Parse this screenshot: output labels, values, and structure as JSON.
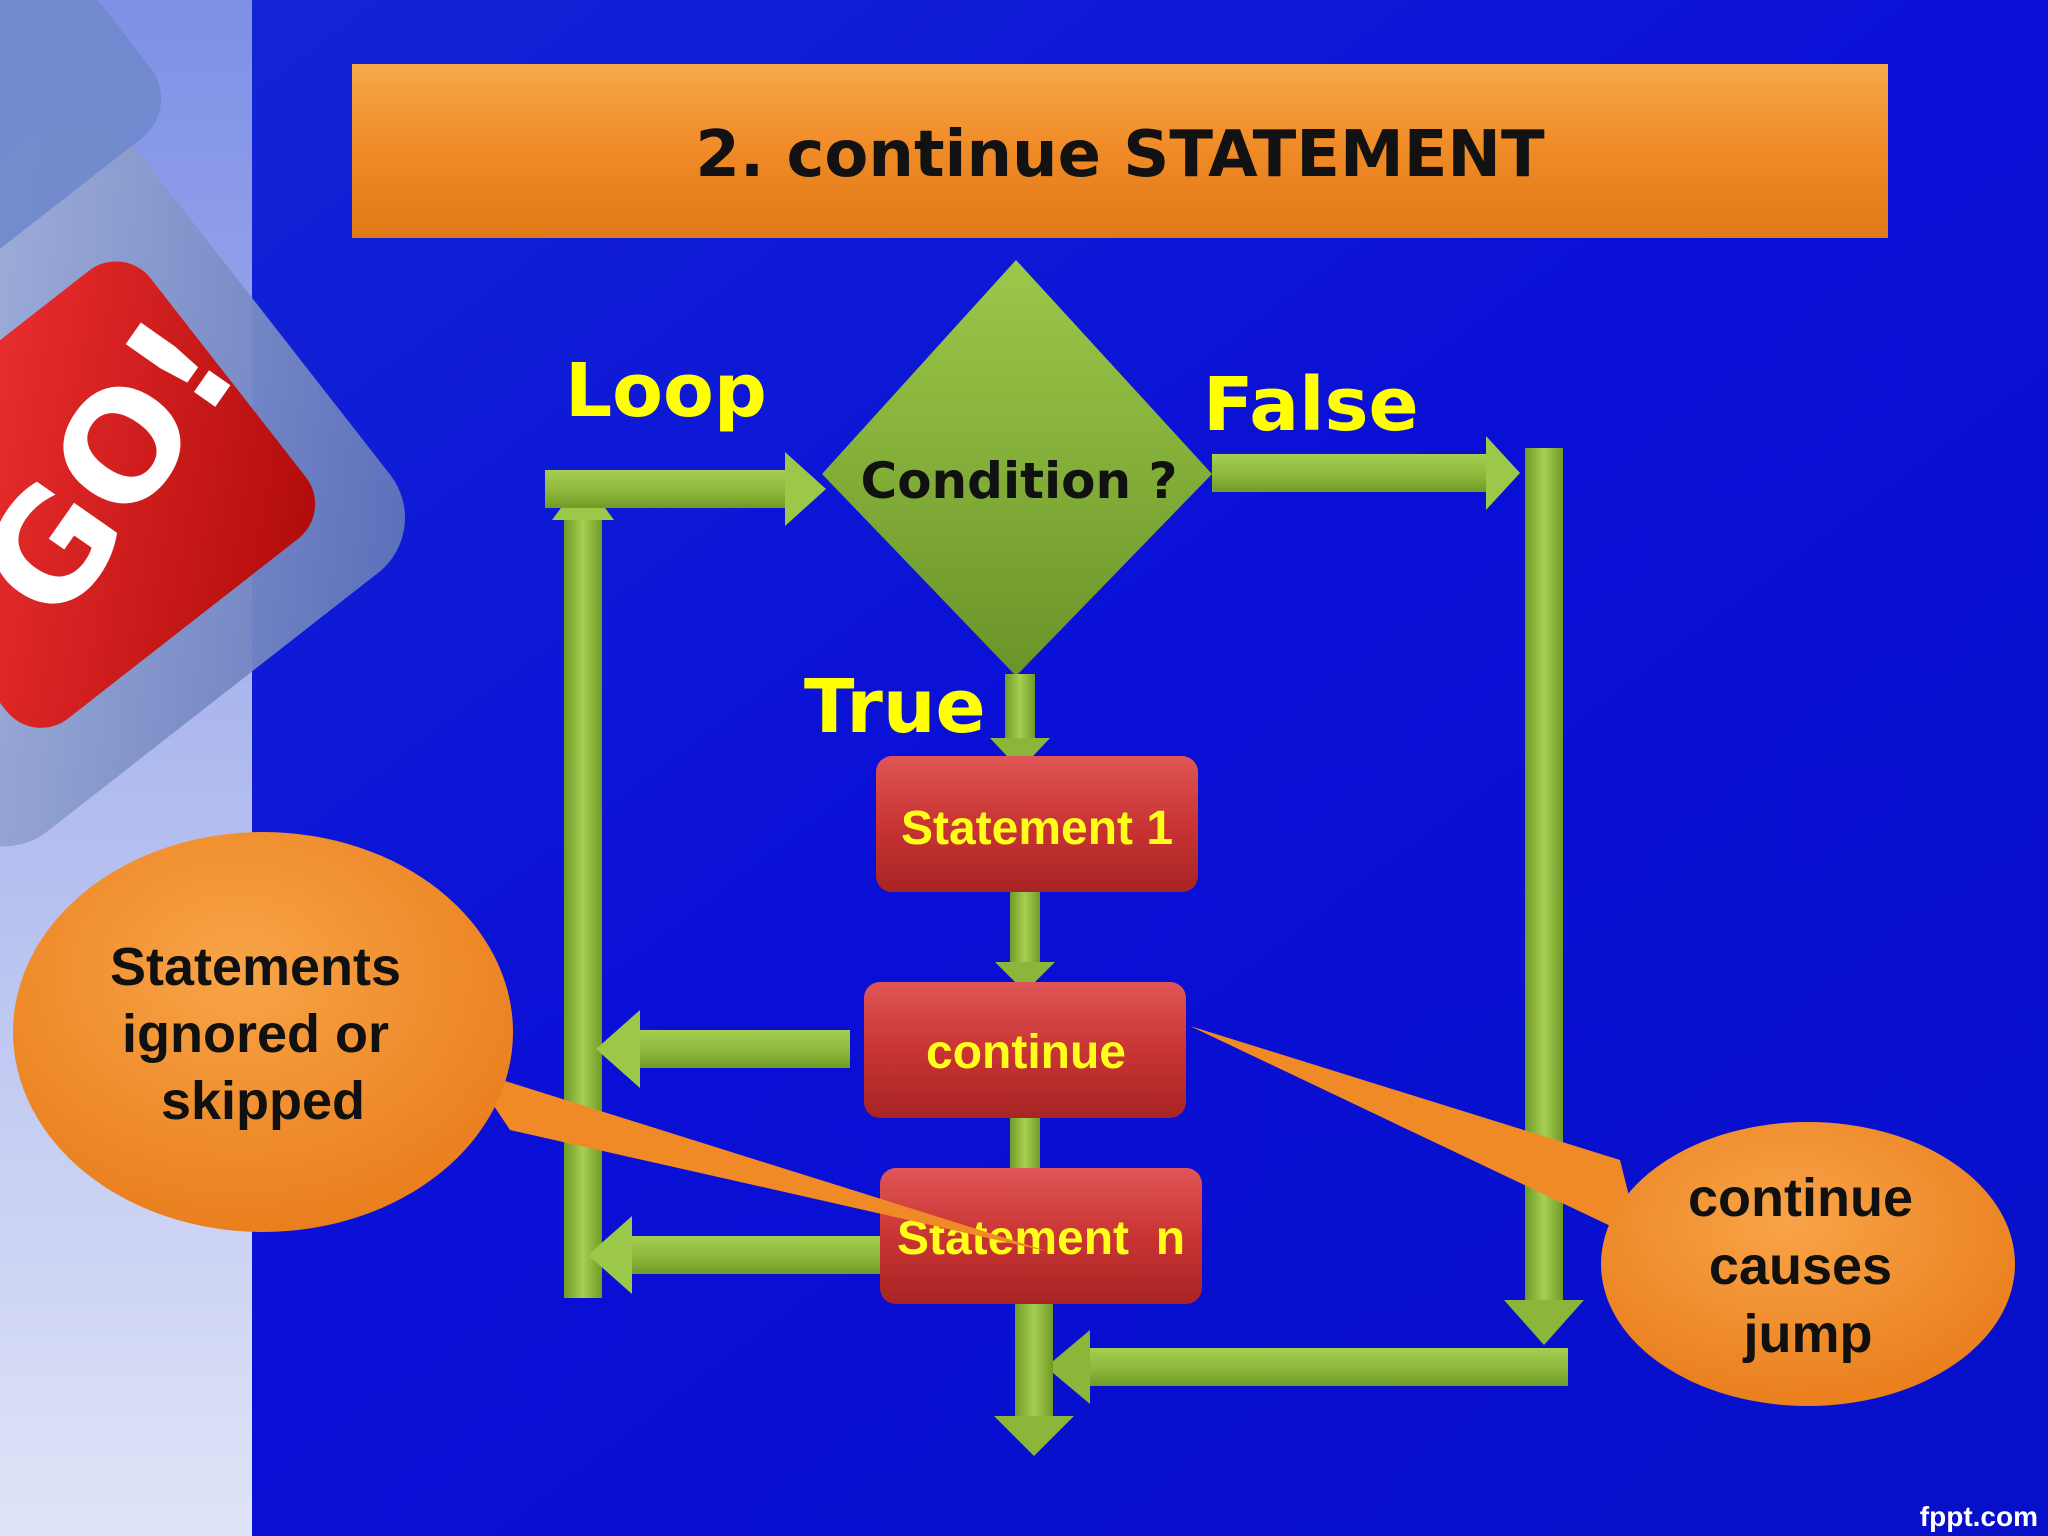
{
  "slide": {
    "title": "2. continue STATEMENT",
    "credit": "fppt.com",
    "key_text": "GO!"
  },
  "flowchart": {
    "labels": {
      "loop": "Loop",
      "false": "False",
      "true": "True"
    },
    "condition": "Condition ?",
    "boxes": {
      "statement_1": "Statement 1",
      "continue": "continue",
      "statement_n": "Statement  n"
    }
  },
  "callouts": {
    "left": [
      "Statements",
      "ignored or",
      "skipped"
    ],
    "right": [
      "continue",
      "causes",
      "jump"
    ]
  },
  "colors": {
    "background": "#0a14d8",
    "title_bar": "#f0902e",
    "arrow_green": "#8db83c",
    "box_red": "#cc3b3b",
    "label_yellow": "#ffff00",
    "callout_orange": "#f28d2a"
  },
  "icons": {
    "key": "go-key-icon"
  }
}
